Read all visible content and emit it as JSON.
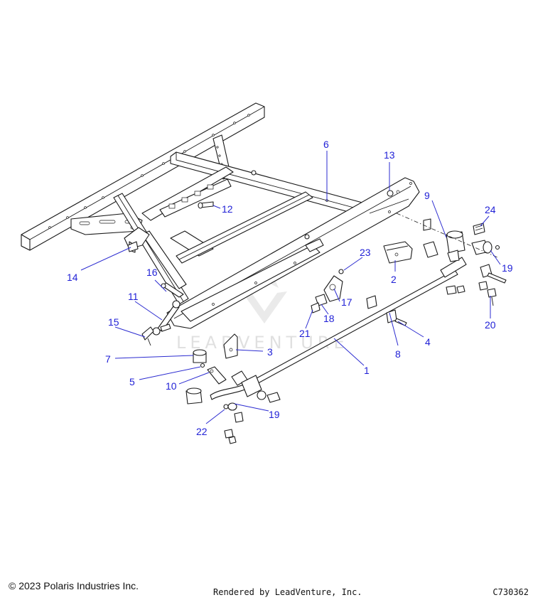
{
  "footer": {
    "copyright": "© 2023 Polaris Industries Inc.",
    "rendered_by": "Rendered by LeadVenture, Inc.",
    "diagram_code": "C730362"
  },
  "watermark": {
    "text": "LEADVENTURE"
  },
  "callouts": [
    "1",
    "2",
    "3",
    "4",
    "5",
    "6",
    "7",
    "8",
    "9",
    "10",
    "11",
    "12",
    "13",
    "14",
    "15",
    "16",
    "17",
    "18",
    "19",
    "19",
    "20",
    "21",
    "22",
    "23",
    "24"
  ],
  "colors": {
    "callout": "#1f1fd6",
    "line": "#1a1a1a"
  }
}
